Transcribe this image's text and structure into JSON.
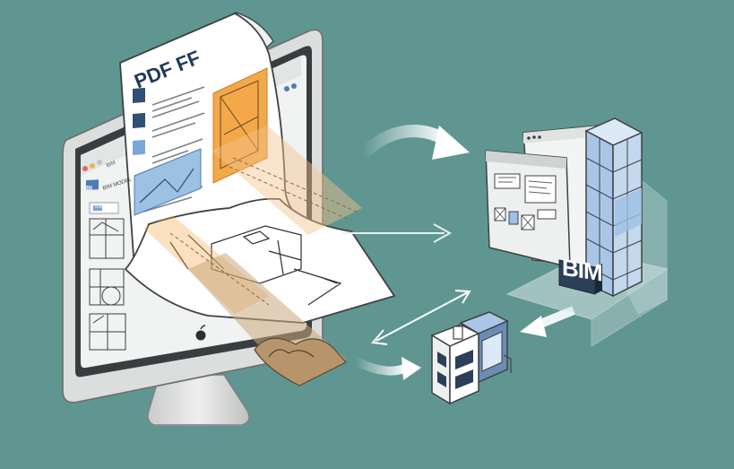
{
  "document": {
    "title": "PDF FF"
  },
  "monitor": {
    "tab_label": "BIM",
    "app_badge": "BI",
    "header_text": "BIM MODEL",
    "sidebar_tag": "BIM"
  },
  "model": {
    "label": "BIM"
  },
  "colors": {
    "background": "#5f9691",
    "monitor_frame": "#dcdedd",
    "screen_bezel": "#3a3d40",
    "screen_bg": "#f1f2f2",
    "paper": "#ffffff",
    "accent_orange": "#f3a84a",
    "accent_blue": "#9cc1e3",
    "accent_navy": "#2f4f74",
    "glass_blue": "#b9d3ee",
    "projection_sand": "#c9a77c",
    "arrow_white": "#ffffff"
  },
  "icons": [
    "document-icon",
    "monitor-icon",
    "browser-window-icon",
    "building-icon",
    "arrow-icon",
    "bidirectional-arrow-icon",
    "apple-logo-icon"
  ]
}
